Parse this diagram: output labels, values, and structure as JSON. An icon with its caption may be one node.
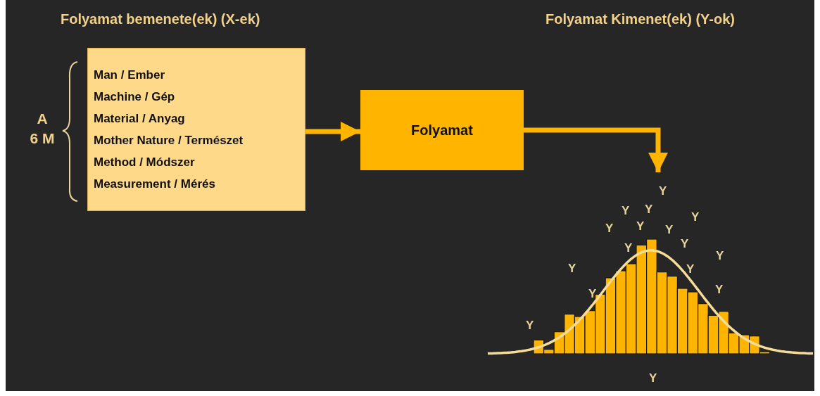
{
  "diagram": {
    "nodes": [
      {
        "text": [
          "Man / Ember",
          "Machine / Gép",
          "Material / Anyag",
          "Mother Nature / Természet",
          "Method / Módszer",
          "Measurement / Mérés"
        ]
      },
      {
        "text": [
          "Folyamat"
        ]
      },
      {
        "text": [],
        "shape": "picture"
      }
    ],
    "edges": [
      {
        "from": 0,
        "to": 1,
        "arrow": "to"
      },
      {
        "from": 1,
        "to": 2,
        "arrow": "to"
      }
    ],
    "labels": [
      "Folyamat bemenete(ek) (X-ek)",
      "Folyamat Kimenet(ek) (Y-ok)",
      "A 6 M",
      "Y",
      "Y",
      "Y",
      "Y",
      "Y",
      "Y",
      "Y",
      "Y",
      "Y",
      "Y",
      "Y",
      "Y",
      "Y",
      "Y",
      "Y",
      "Y"
    ]
  }
}
